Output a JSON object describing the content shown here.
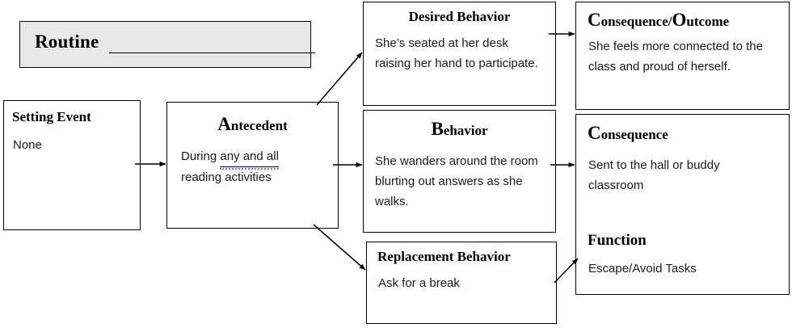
{
  "diagram": {
    "type": "competing-behavior-pathway",
    "routine": {
      "label": "Routine",
      "value": ""
    },
    "boxes": [
      {
        "id": "setting-event",
        "title": "Setting Event",
        "body": "None"
      },
      {
        "id": "antecedent",
        "title_dropcap": "A",
        "title_rest": "ntecedent",
        "body_prefix": "During ",
        "body_highlight": "any and all",
        "body_suffix": "reading activities"
      },
      {
        "id": "desired-behavior",
        "title": "Desired Behavior",
        "body": "She’s seated at her desk raising her hand to participate."
      },
      {
        "id": "behavior",
        "title_dropcap": "B",
        "title_rest": "ehavior",
        "body": "She wanders around the room blurting out answers as she walks."
      },
      {
        "id": "replacement-behavior",
        "title": "Replacement Behavior",
        "body": "Ask for a break"
      },
      {
        "id": "consequence-outcome",
        "title_dropcap": "C",
        "title_mid": "onsequence/",
        "title_dropcap2": "O",
        "title_rest": "utcome",
        "body": "She feels more connected to the class and proud of herself."
      },
      {
        "id": "consequence",
        "title_dropcap": "C",
        "title_rest": "onsequence",
        "body": "Sent to the hall or buddy classroom",
        "title2": "Function",
        "body2": "Escape/Avoid Tasks"
      }
    ],
    "colors": {
      "border": "#000000",
      "routine_fill": "#e9e9e9",
      "text": "#000000",
      "spellcheck_underline": "#7b6fe0",
      "page_background": "#ffffff"
    }
  }
}
